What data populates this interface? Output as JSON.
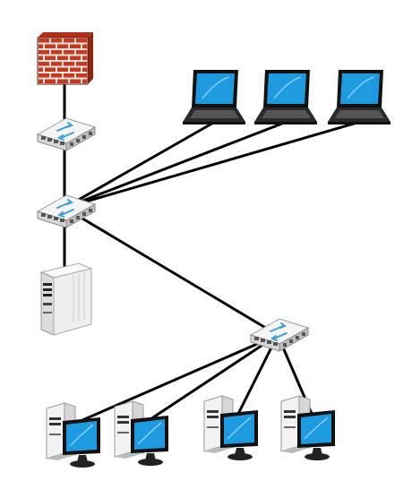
{
  "diagram": {
    "type": "network-topology",
    "nodes": [
      {
        "id": "firewall",
        "kind": "firewall-icon"
      },
      {
        "id": "switch-top",
        "kind": "switch-icon"
      },
      {
        "id": "switch-core",
        "kind": "switch-icon"
      },
      {
        "id": "switch-access",
        "kind": "switch-icon"
      },
      {
        "id": "server",
        "kind": "server-tower-icon"
      },
      {
        "id": "laptop-1",
        "kind": "laptop-icon"
      },
      {
        "id": "laptop-2",
        "kind": "laptop-icon"
      },
      {
        "id": "laptop-3",
        "kind": "laptop-icon"
      },
      {
        "id": "workstation-1",
        "kind": "desktop-computer-icon"
      },
      {
        "id": "workstation-2",
        "kind": "desktop-computer-icon"
      },
      {
        "id": "workstation-3",
        "kind": "desktop-computer-icon"
      },
      {
        "id": "workstation-4",
        "kind": "desktop-computer-icon"
      }
    ],
    "links": [
      [
        "firewall",
        "switch-top"
      ],
      [
        "switch-top",
        "switch-core"
      ],
      [
        "switch-core",
        "laptop-1"
      ],
      [
        "switch-core",
        "laptop-2"
      ],
      [
        "switch-core",
        "laptop-3"
      ],
      [
        "switch-core",
        "server"
      ],
      [
        "switch-core",
        "switch-access"
      ],
      [
        "switch-access",
        "workstation-1"
      ],
      [
        "switch-access",
        "workstation-2"
      ],
      [
        "switch-access",
        "workstation-3"
      ],
      [
        "switch-access",
        "workstation-4"
      ]
    ],
    "colors": {
      "brick": "#c8381f",
      "mortar": "#e9e3de",
      "screen": "#1e9be0",
      "device_body": "#e8e8e8",
      "device_dark": "#1a1a1a",
      "link": "#000000",
      "switch_arrow": "#3aa0e0"
    }
  }
}
